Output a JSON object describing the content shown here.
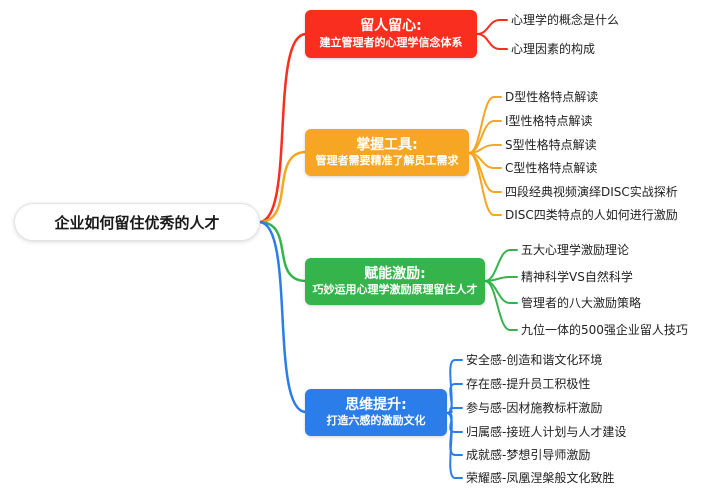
{
  "root": {
    "label": "企业如何留住优秀的人才"
  },
  "branches": [
    {
      "title": "留人留心:",
      "subtitle": "建立管理者的心理学信念体系",
      "color": "#fa2e1f",
      "children": [
        "心理学的概念是什么",
        "心理因素的构成"
      ]
    },
    {
      "title": "掌握工具:",
      "subtitle": "管理者需要精准了解员工需求",
      "color": "#f6a623",
      "children": [
        "D型性格特点解读",
        "I型性格特点解读",
        "S型性格特点解读",
        "C型性格特点解读",
        "四段经典视频演绎DISC实战探析",
        "DISC四类特点的人如何进行激励"
      ]
    },
    {
      "title": "赋能激励:",
      "subtitle": "巧妙运用心理学激励原理留住人才",
      "color": "#34b44a",
      "children": [
        "五大心理学激励理论",
        "精神科学VS自然科学",
        "管理者的八大激励策略",
        "九位一体的500强企业留人技巧"
      ]
    },
    {
      "title": "思维提升:",
      "subtitle": "打造六感的激励文化",
      "color": "#2b7de9",
      "children": [
        "安全感-创造和谐文化环境",
        "存在感-提升员工积极性",
        "参与感-因材施教标杆激励",
        "归属感-接班人计划与人才建设",
        "成就感-梦想引导师激励",
        "荣耀感-凤凰涅槃般文化致胜"
      ]
    }
  ]
}
